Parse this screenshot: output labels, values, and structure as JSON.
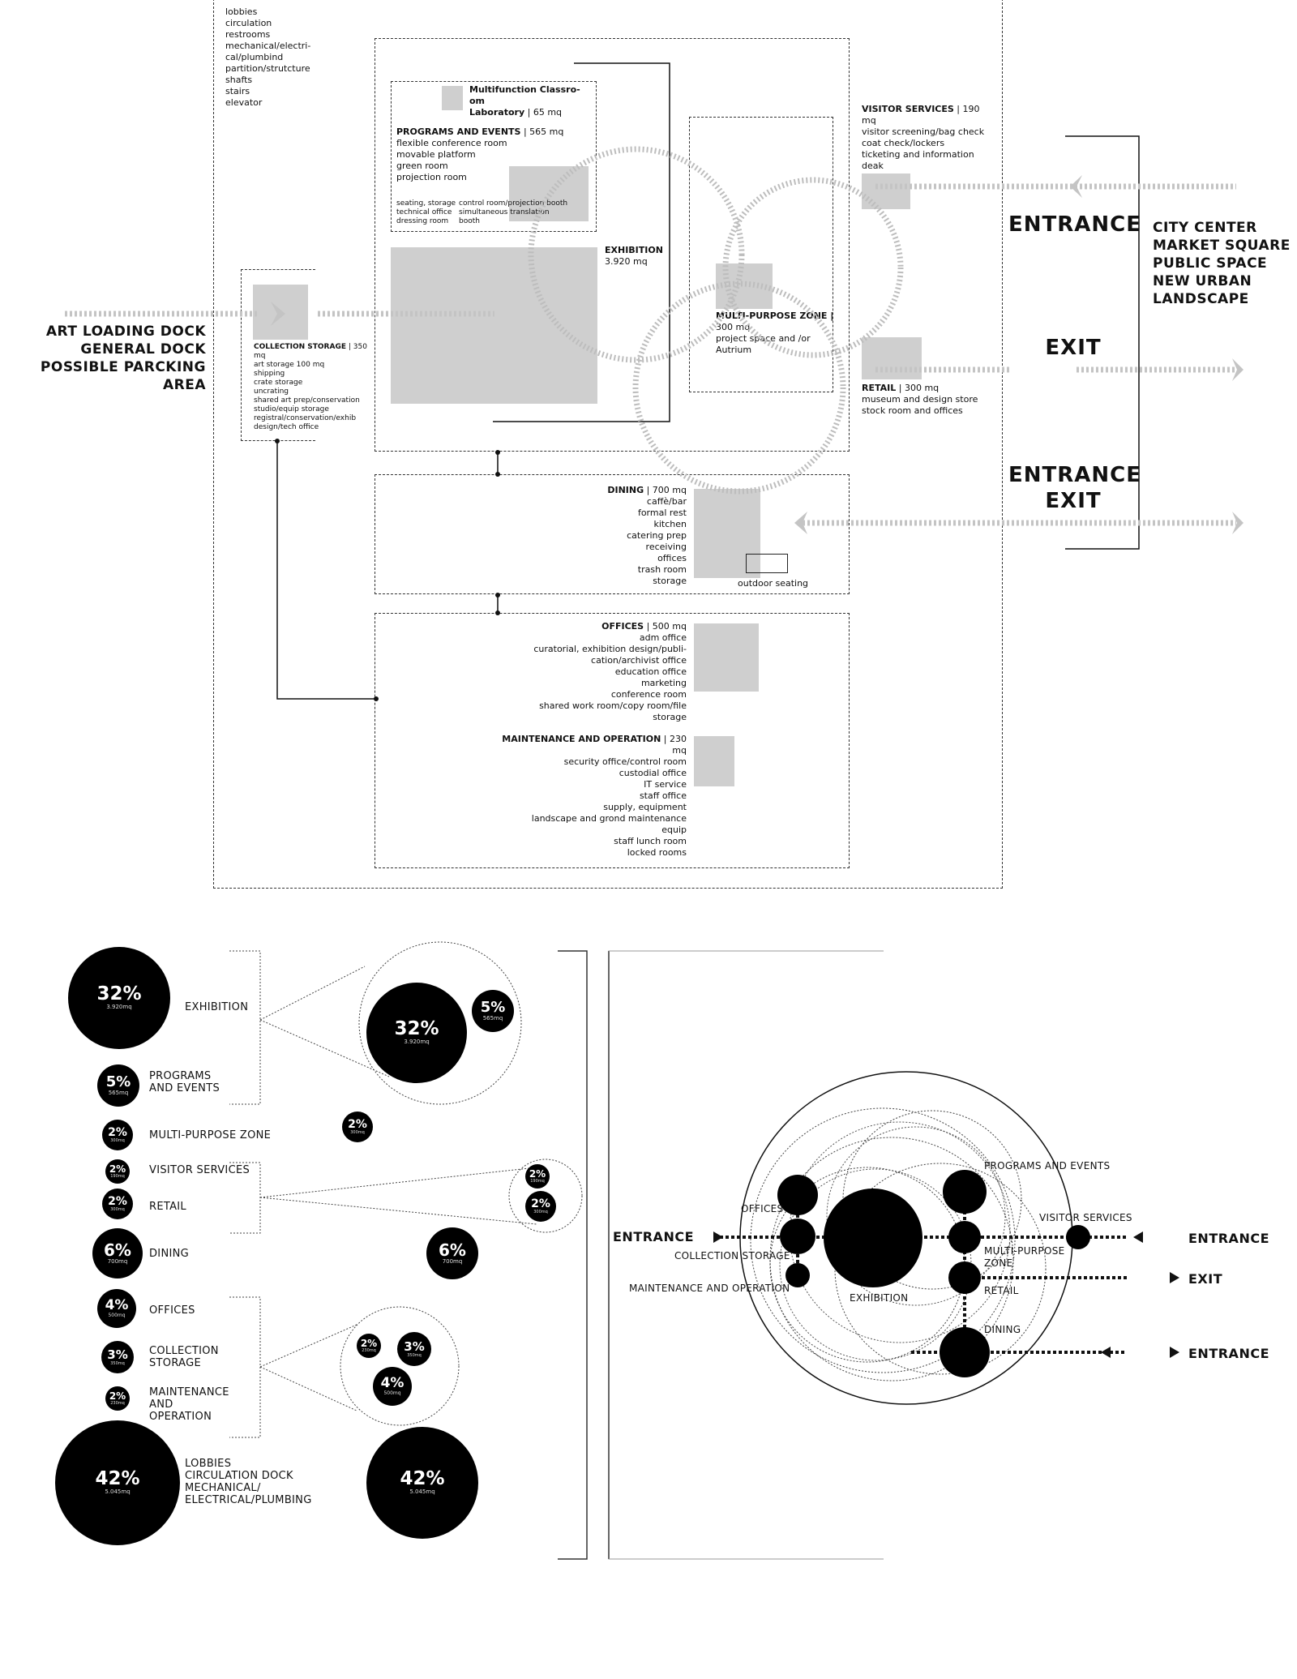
{
  "top": {
    "lobby_list": [
      "lobbies",
      "circulation",
      "restrooms",
      "mechanical/electri-",
      "cal/plumbind",
      "partition/strutcture",
      "shafts",
      "stairs",
      "elevator"
    ],
    "classroom_title": "Multifunction Classro-",
    "classroom_title2": "om",
    "classroom_title3": "Laboratory",
    "classroom_area": " | 65 mq",
    "programs_title": "PROGRAMS AND EVENTS",
    "programs_area": " | 565 mq",
    "programs_items": [
      "flexible conference room",
      "movable platform",
      "green room",
      "projection room"
    ],
    "programs_small_left": [
      "seating, storage",
      "technical office",
      "dressing room"
    ],
    "programs_small_right": [
      "control room/projection booth",
      "simultaneous translation",
      "booth"
    ],
    "exhibition_title": "EXHIBITION",
    "exhibition_area": "3.920 mq",
    "multi_title": "MULTI-PURPOSE ZONE |",
    "multi_items": [
      "300 mq",
      "project space and /or",
      "Autrium"
    ],
    "visitor_title": "VISITOR SERVICES",
    "visitor_area": " | 190",
    "visitor_items": [
      "mq",
      "visitor screening/bag check",
      "coat check/lockers",
      "ticketing and information",
      "deak"
    ],
    "retail_title": "RETAIL",
    "retail_area": " | 300 mq",
    "retail_items": [
      "museum and design store",
      "stock room and offices"
    ],
    "collection_title": "COLLECTION STORAGE",
    "collection_area": " | 350 mq",
    "collection_items": [
      "art storage 100 mq",
      "shipping",
      "crate storage",
      "uncrating",
      "shared art prep/conservation",
      "studio/equip storage",
      "registral/conservation/exhib",
      "design/tech office"
    ],
    "dock_labels": [
      "ART LOADING DOCK",
      "GENERAL DOCK",
      "POSSIBLE PARCKING",
      "AREA"
    ],
    "entrance": "ENTRANCE",
    "exit": "EXIT",
    "entrance2": "ENTRANCE",
    "exit2": "EXIT",
    "city_labels": [
      "CITY CENTER",
      "MARKET SQUARE",
      "PUBLIC SPACE",
      "NEW URBAN",
      "LANDSCAPE"
    ],
    "dining_title": "DINING",
    "dining_area": " | 700 mq",
    "dining_items": [
      "caffè/bar",
      "formal rest",
      "kitchen",
      "catering prep",
      "receiving",
      "offices",
      "trash room",
      "storage"
    ],
    "outdoor": "outdoor seating",
    "offices_title": "OFFICES",
    "offices_area": " | 500 mq",
    "offices_items": [
      "adm office",
      "curatorial, exhibition design/publi-",
      "cation/archivist office",
      "education office",
      "marketing",
      "conference room",
      "shared work room/copy room/file",
      "storage"
    ],
    "maint_title": "MAINTENANCE AND OPERATION",
    "maint_area": " | 230",
    "maint_items": [
      "mq",
      "security office/control room",
      "custodial office",
      "IT service",
      "staff office",
      "supply, equipment",
      "landscape and grond maintenance",
      "equip",
      "staff lunch room",
      "locked rooms"
    ]
  },
  "bottom_left": {
    "rows": [
      {
        "pct": "32%",
        "sub": "3.920mq",
        "label": "EXHIBITION"
      },
      {
        "pct": "5%",
        "sub": "565mq",
        "label": "PROGRAMS AND EVENTS"
      },
      {
        "pct": "2%",
        "sub": "300mq",
        "label": "MULTI-PURPOSE ZONE"
      },
      {
        "pct": "2%",
        "sub": "190mq",
        "label": "VISITOR SERVICES"
      },
      {
        "pct": "2%",
        "sub": "300mq",
        "label": "RETAIL"
      },
      {
        "pct": "6%",
        "sub": "700mq",
        "label": "DINING"
      },
      {
        "pct": "4%",
        "sub": "500mq",
        "label": "OFFICES"
      },
      {
        "pct": "3%",
        "sub": "350mq",
        "label": "COLLECTION STORAGE"
      },
      {
        "pct": "2%",
        "sub": "230mq",
        "label": "MAINTENANCE AND OPERATION"
      },
      {
        "pct": "42%",
        "sub": "5.045mq",
        "label": "LOBBIES CIRCULATION DOCK MECHANICAL/ ELECTRICAL/PLUMBING"
      }
    ],
    "group_pcts": {
      "a1": "32%",
      "a1s": "3.920mq",
      "a2": "5%",
      "a2s": "565mq",
      "b1": "2%",
      "b1s": "300mq",
      "c1": "2%",
      "c1s": "190mq",
      "c2": "2%",
      "c2s": "300mq",
      "d1": "6%",
      "d1s": "700mq",
      "e1": "2%",
      "e1s": "230mq",
      "e2": "3%",
      "e2s": "350mq",
      "e3": "4%",
      "e3s": "500mq",
      "f1": "42%",
      "f1s": "5.045mq"
    }
  },
  "bottom_right": {
    "entrance_left": "ENTRANCE",
    "entrance_right": "ENTRANCE",
    "exit_right": "EXIT",
    "entrance_bottom": "ENTRANCE",
    "labels": {
      "programs": "PROGRAMS AND EVENTS",
      "offices": "OFFICES",
      "visitor": "VISITOR SERVICES",
      "collection": "COLLECTION STORAGE",
      "multi1": "MULTI-PURPOSE",
      "multi2": "ZONE",
      "maintenance": "MAINTENANCE AND OPERATION",
      "exhibition": "EXHIBITION",
      "retail": "RETAIL",
      "dining": "DINING"
    }
  }
}
